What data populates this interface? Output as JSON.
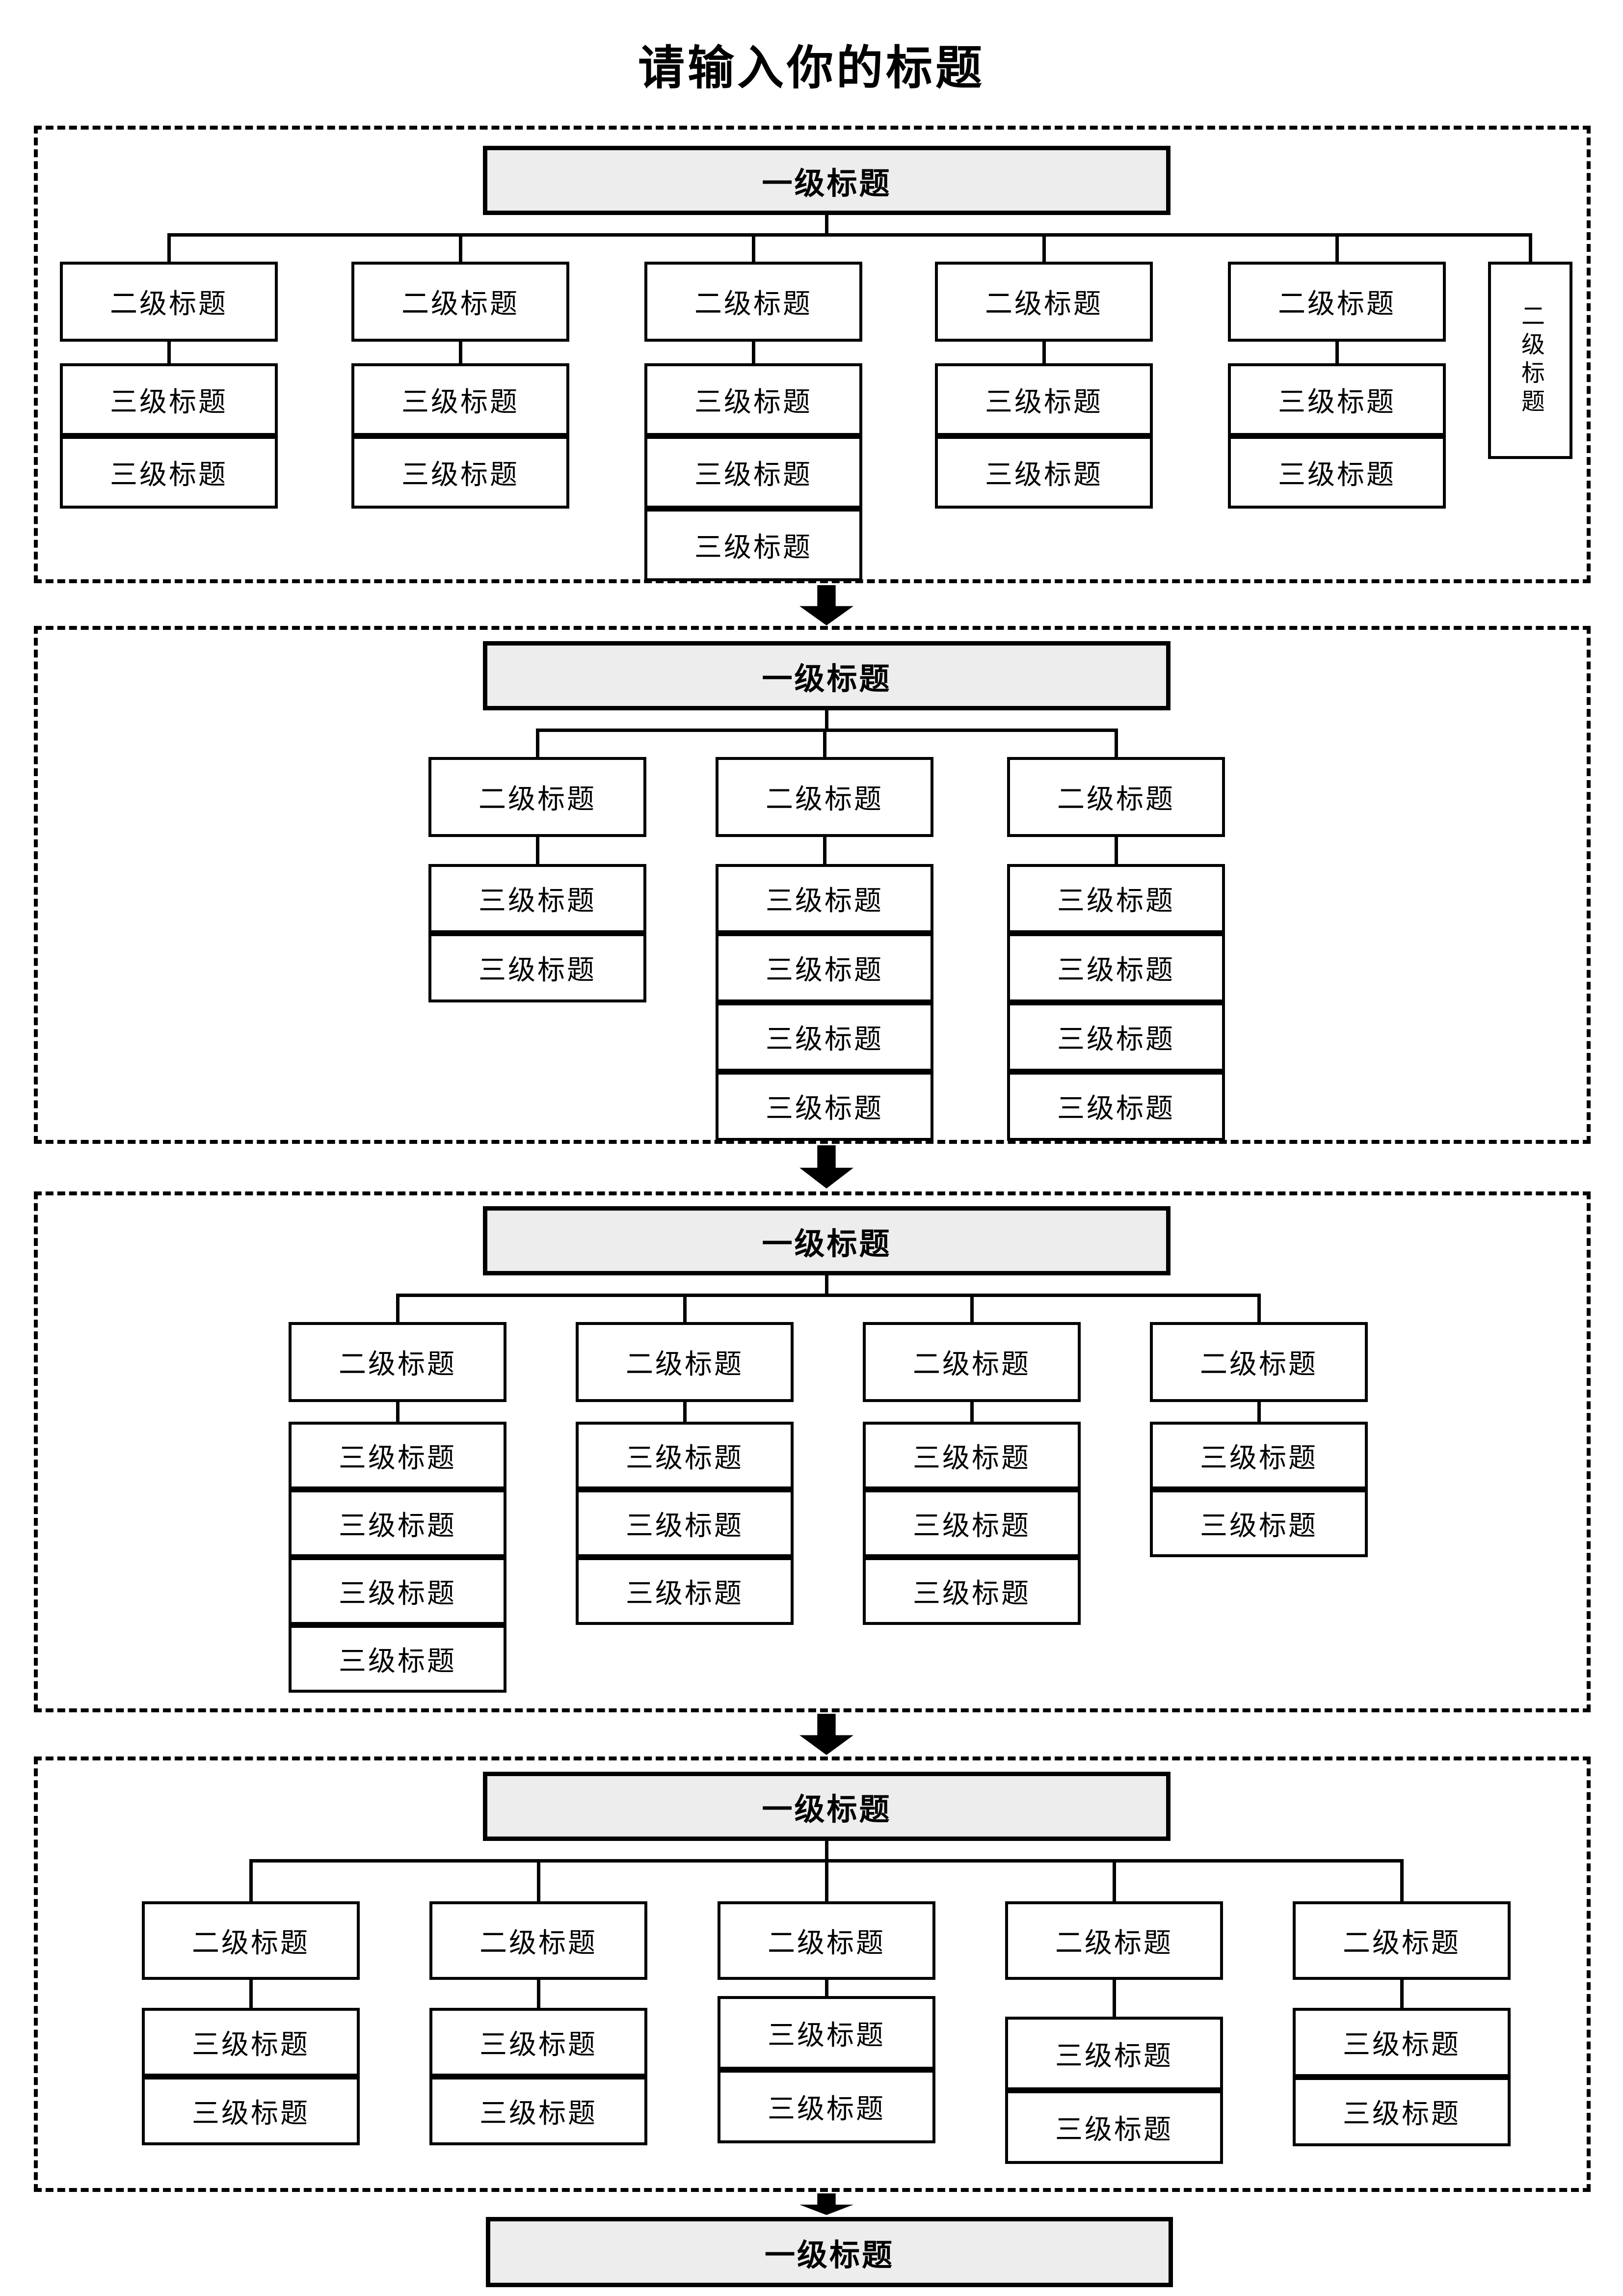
{
  "page_title": "请输入你的标题",
  "colors": {
    "level1_fill": "#ededed",
    "line": "#000000",
    "background": "#ffffff"
  },
  "sections": [
    {
      "level1": "一级标题",
      "columns": [
        {
          "level2": "二级标题",
          "level3": [
            "三级标题",
            "三级标题"
          ]
        },
        {
          "level2": "二级标题",
          "level3": [
            "三级标题",
            "三级标题"
          ]
        },
        {
          "level2": "二级标题",
          "level3": [
            "三级标题",
            "三级标题",
            "三级标题"
          ]
        },
        {
          "level2": "二级标题",
          "level3": [
            "三级标题",
            "三级标题"
          ]
        },
        {
          "level2": "二级标题",
          "level3": [
            "三级标题",
            "三级标题"
          ]
        }
      ],
      "vertical_level2": "二级标题"
    },
    {
      "level1": "一级标题",
      "columns": [
        {
          "level2": "二级标题",
          "level3": [
            "三级标题",
            "三级标题"
          ]
        },
        {
          "level2": "二级标题",
          "level3": [
            "三级标题",
            "三级标题",
            "三级标题",
            "三级标题"
          ]
        },
        {
          "level2": "二级标题",
          "level3": [
            "三级标题",
            "三级标题",
            "三级标题",
            "三级标题"
          ]
        }
      ]
    },
    {
      "level1": "一级标题",
      "columns": [
        {
          "level2": "二级标题",
          "level3": [
            "三级标题",
            "三级标题",
            "三级标题",
            "三级标题"
          ]
        },
        {
          "level2": "二级标题",
          "level3": [
            "三级标题",
            "三级标题",
            "三级标题"
          ]
        },
        {
          "level2": "二级标题",
          "level3": [
            "三级标题",
            "三级标题",
            "三级标题"
          ]
        },
        {
          "level2": "二级标题",
          "level3": [
            "三级标题",
            "三级标题"
          ]
        }
      ]
    },
    {
      "level1": "一级标题",
      "columns": [
        {
          "level2": "二级标题",
          "level3": [
            "三级标题",
            "三级标题"
          ]
        },
        {
          "level2": "二级标题",
          "level3": [
            "三级标题",
            "三级标题"
          ]
        },
        {
          "level2": "二级标题",
          "level3": [
            "三级标题",
            "三级标题"
          ]
        },
        {
          "level2": "二级标题",
          "level3": [
            "三级标题",
            "三级标题"
          ]
        },
        {
          "level2": "二级标题",
          "level3": [
            "三级标题",
            "三级标题"
          ]
        }
      ]
    }
  ],
  "footer": {
    "level1": "一级标题"
  }
}
